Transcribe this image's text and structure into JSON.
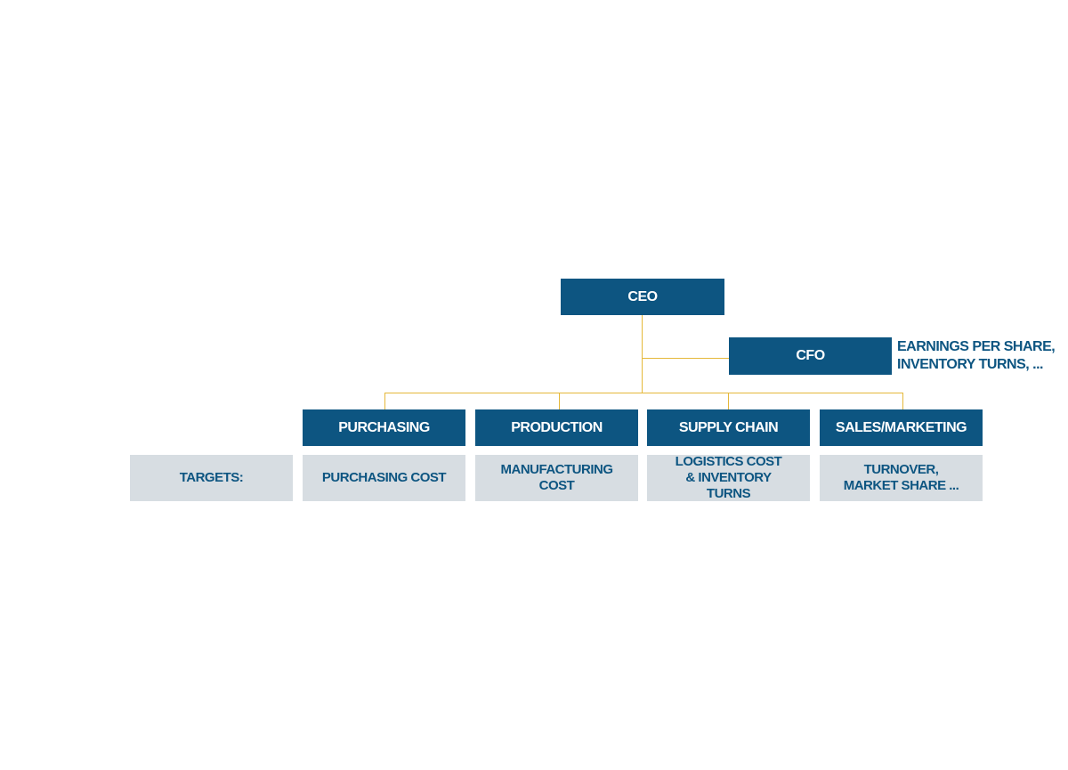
{
  "chart": {
    "ceo": "CEO",
    "cfo": "CFO",
    "cfo_note": [
      "EARNINGS PER SHARE,",
      "INVENTORY TURNS, ..."
    ],
    "departments": [
      {
        "label": "PURCHASING",
        "target": "PURCHASING COST"
      },
      {
        "label": "PRODUCTION",
        "target": "MANUFACTURING COST"
      },
      {
        "label": "SUPPLY CHAIN",
        "target": "LOGISTICS COST & INVENTORY TURNS"
      },
      {
        "label": "SALES/MARKETING",
        "target": "TURNOVER, MARKET SHARE ..."
      }
    ],
    "targets_label": "TARGETS:"
  },
  "colors": {
    "box_fill": "#0d5581",
    "target_fill": "#d7dde2",
    "connector": "#e5b83a"
  }
}
